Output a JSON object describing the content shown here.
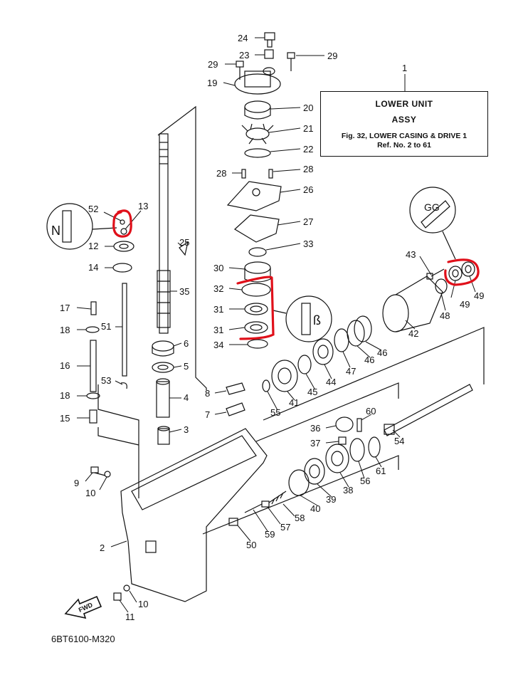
{
  "title_box": {
    "ref": "1",
    "line1": "LOWER UNIT",
    "line2": "ASSY",
    "line3": "Fig. 32, LOWER CASING & DRIVE 1",
    "line4": "Ref. No. 2 to 61"
  },
  "diagram_code": "6BT6100-M320",
  "fwd_label": "FWD",
  "annotation_color": "#e0101a",
  "callouts": [
    {
      "id": "c24",
      "text": "24"
    },
    {
      "id": "c23",
      "text": "23"
    },
    {
      "id": "c29a",
      "text": "29"
    },
    {
      "id": "c29b",
      "text": "29"
    },
    {
      "id": "c19",
      "text": "19"
    },
    {
      "id": "c20",
      "text": "20"
    },
    {
      "id": "c21",
      "text": "21"
    },
    {
      "id": "c22",
      "text": "22"
    },
    {
      "id": "c28a",
      "text": "28"
    },
    {
      "id": "c28b",
      "text": "28"
    },
    {
      "id": "c26",
      "text": "26"
    },
    {
      "id": "c27",
      "text": "27"
    },
    {
      "id": "c33",
      "text": "33"
    },
    {
      "id": "c30",
      "text": "30"
    },
    {
      "id": "c32",
      "text": "32"
    },
    {
      "id": "c31a",
      "text": "31"
    },
    {
      "id": "c31b",
      "text": "31"
    },
    {
      "id": "c34",
      "text": "34"
    },
    {
      "id": "c52",
      "text": "52"
    },
    {
      "id": "c13",
      "text": "13"
    },
    {
      "id": "c12",
      "text": "12"
    },
    {
      "id": "c14",
      "text": "14"
    },
    {
      "id": "c25",
      "text": "25"
    },
    {
      "id": "c35",
      "text": "35"
    },
    {
      "id": "c17",
      "text": "17"
    },
    {
      "id": "c18a",
      "text": "18"
    },
    {
      "id": "c51",
      "text": "51"
    },
    {
      "id": "c16",
      "text": "16"
    },
    {
      "id": "c53",
      "text": "53"
    },
    {
      "id": "c18b",
      "text": "18"
    },
    {
      "id": "c15",
      "text": "15"
    },
    {
      "id": "c6",
      "text": "6"
    },
    {
      "id": "c5",
      "text": "5"
    },
    {
      "id": "c4",
      "text": "4"
    },
    {
      "id": "c3",
      "text": "3"
    },
    {
      "id": "c8",
      "text": "8"
    },
    {
      "id": "c7",
      "text": "7"
    },
    {
      "id": "c9",
      "text": "9"
    },
    {
      "id": "c10a",
      "text": "10"
    },
    {
      "id": "c2",
      "text": "2"
    },
    {
      "id": "c10b",
      "text": "10"
    },
    {
      "id": "c11",
      "text": "11"
    },
    {
      "id": "c43",
      "text": "43"
    },
    {
      "id": "c49a",
      "text": "49"
    },
    {
      "id": "c49b",
      "text": "49"
    },
    {
      "id": "c48",
      "text": "48"
    },
    {
      "id": "c42",
      "text": "42"
    },
    {
      "id": "c46a",
      "text": "46"
    },
    {
      "id": "c46b",
      "text": "46"
    },
    {
      "id": "c47",
      "text": "47"
    },
    {
      "id": "c44",
      "text": "44"
    },
    {
      "id": "c45",
      "text": "45"
    },
    {
      "id": "c41",
      "text": "41"
    },
    {
      "id": "c55",
      "text": "55"
    },
    {
      "id": "c60",
      "text": "60"
    },
    {
      "id": "c36",
      "text": "36"
    },
    {
      "id": "c37",
      "text": "37"
    },
    {
      "id": "c54",
      "text": "54"
    },
    {
      "id": "c61",
      "text": "61"
    },
    {
      "id": "c56",
      "text": "56"
    },
    {
      "id": "c38",
      "text": "38"
    },
    {
      "id": "c39",
      "text": "39"
    },
    {
      "id": "c40",
      "text": "40"
    },
    {
      "id": "c58",
      "text": "58"
    },
    {
      "id": "c57",
      "text": "57"
    },
    {
      "id": "c59",
      "text": "59"
    },
    {
      "id": "c50",
      "text": "50"
    }
  ]
}
